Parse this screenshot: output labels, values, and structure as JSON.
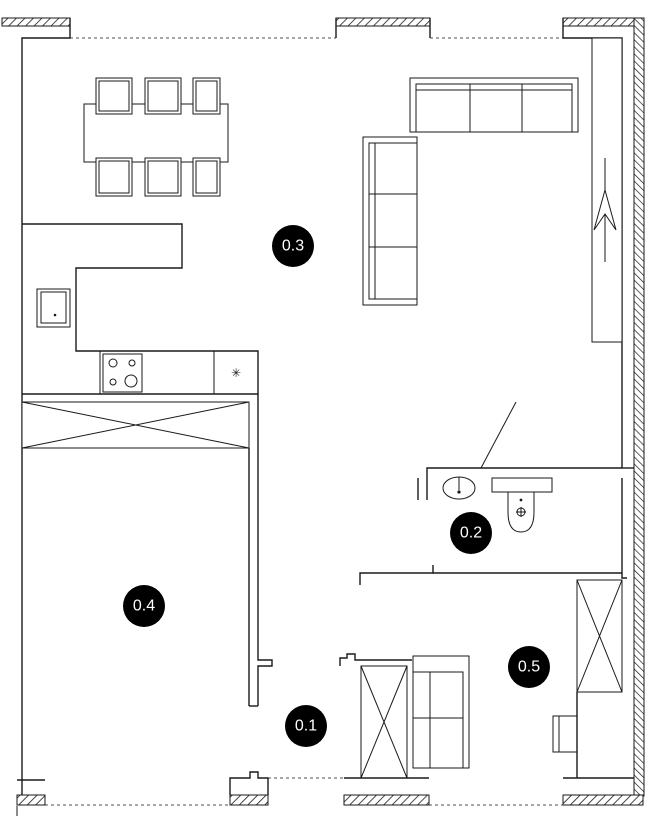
{
  "plan": {
    "rooms": [
      {
        "id": "living",
        "label": "0.3"
      },
      {
        "id": "bathroom",
        "label": "0.2"
      },
      {
        "id": "bedroom",
        "label": "0.4"
      },
      {
        "id": "entry",
        "label": "0.1"
      },
      {
        "id": "wardrobe",
        "label": "0.5"
      }
    ],
    "fridge_symbol": "✳",
    "colors": {
      "line": "#1a1a1a",
      "badge": "#000000",
      "badge_text": "#ffffff",
      "background": "#ffffff"
    }
  }
}
